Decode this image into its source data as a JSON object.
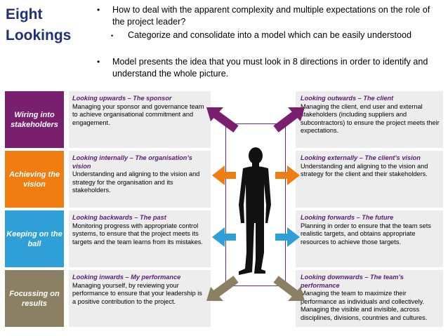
{
  "title": "Eight Lookings",
  "bullets": [
    "How to deal with the apparent complexity and multiple expectations on the role of the project leader?",
    "Categorize and consolidate into a model which can be easily understood",
    "Model presents the idea that you must look in 8 directions in order to identify and understand the whole picture."
  ],
  "categories": [
    {
      "label": "Wiring into stakeholders",
      "color": "#7a1f6e"
    },
    {
      "label": "Achieving the vision",
      "color": "#f07d12"
    },
    {
      "label": "Keeping on the ball",
      "color": "#2f9fd8"
    },
    {
      "label": "Focussing on results",
      "color": "#8b8063"
    }
  ],
  "left_boxes": [
    {
      "heading": "Looking upwards – The sponsor",
      "text": "Managing your sponsor and governance team to achieve organisational commitment and engagement."
    },
    {
      "heading": "Looking internally – The organisation’s vision",
      "text": "Understanding and aligning to the vision and strategy for the organisation and its stakeholders."
    },
    {
      "heading": "Looking backwards – The past",
      "text": "Monitoring progress with appropriate control systems, to ensure that the project meets its targets and the team learns from its mistakes."
    },
    {
      "heading": "Looking inwards – My performance",
      "text": "Managing yourself, by reviewing your performance to ensure that your leadership is a positive contribution to the project."
    }
  ],
  "right_boxes": [
    {
      "heading": "Looking outwards – The client",
      "text": "Managing the client, end user and external stakeholders (including suppliers and subcontractors) to ensure the project meets their expectations."
    },
    {
      "heading": "Looking externally – The client’s vision",
      "text": "Understanding and aligning to the vision and strategy for the client and their stakeholders."
    },
    {
      "heading": "Looking forwards – The future",
      "text": "Planning in order to ensure that the team sets realistic targets, and obtains appropriate resources to achieve those targets."
    },
    {
      "heading": "Looking downwards – The team’s performance",
      "text": "Managing the team to maximize their performance as individuals and collectively. Managing the visible and invisible, across disciplines, divisions, countries and cultures."
    }
  ],
  "figure": {
    "icon": "businessman-silhouette-icon"
  }
}
